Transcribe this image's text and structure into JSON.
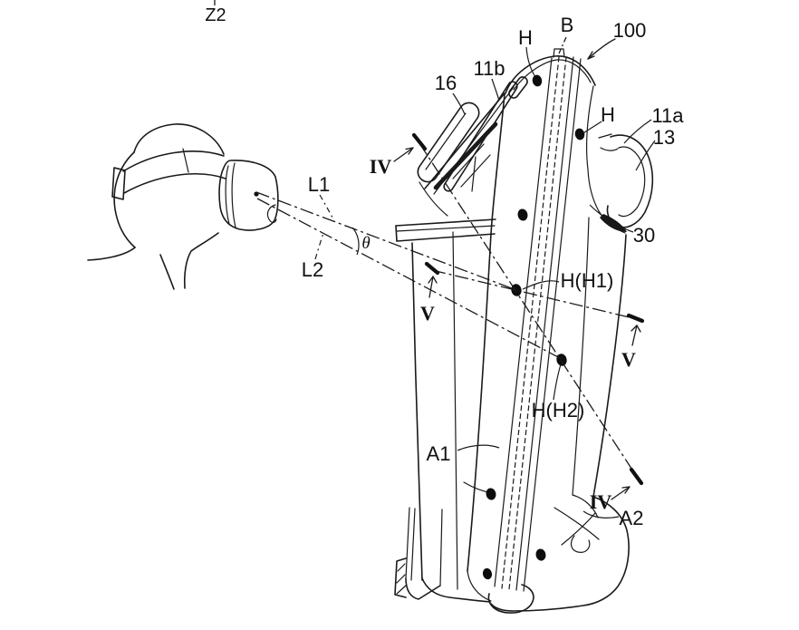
{
  "figure": {
    "kind": "patent-style line drawing",
    "description": "Person wearing a head-mounted display looking along sight lines L1 and L2 (angle θ) toward a tall tracked device 100 bearing tracking markers H, with section lines IV-IV and V-V",
    "colors": {
      "background": "#ffffff",
      "line": "#1a1a1a",
      "text": "#111111"
    }
  },
  "labels": {
    "z2": "Z2",
    "h_top": "H",
    "b": "B",
    "n100": "100",
    "n16": "16",
    "n11b": "11b",
    "h_right": "H",
    "n11a": "11a",
    "n13": "13",
    "iv_left": "IV",
    "n30": "30",
    "l1": "L1",
    "theta": "θ",
    "l2": "L2",
    "h_h1": "H(H1)",
    "v_left": "V",
    "v_right": "V",
    "h_h2": "H(H2)",
    "a1": "A1",
    "iv_bottom": "IV",
    "a2": "A2"
  }
}
